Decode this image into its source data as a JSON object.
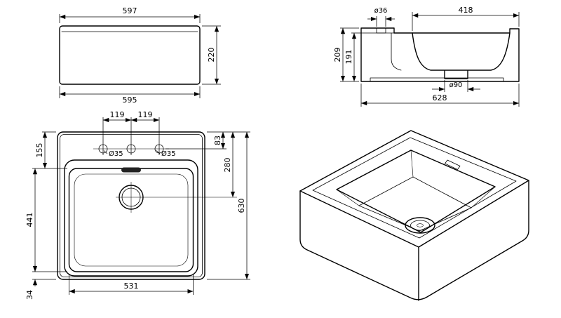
{
  "drawing": {
    "units_note": "",
    "colors": {
      "line": "#000000",
      "background": "#ffffff",
      "slot_fill": "#222222"
    }
  },
  "front_view": {
    "width_top": "597",
    "height": "220",
    "width_bottom": "595"
  },
  "section_view": {
    "tap_hole_dia": "ø36",
    "bowl_width": "418",
    "height_outer": "209",
    "height_inner": "191",
    "drain_dia": "ø90",
    "overall_width": "628"
  },
  "plan_view": {
    "tap_spacing_left": "119",
    "tap_spacing_right": "119",
    "deck_depth": "155",
    "tap_line_offset": "83",
    "drain_center_offset": "280",
    "tap_dia_left": "Ø35",
    "tap_dia_right": "Ø35",
    "bowl_length": "441",
    "overall_length": "630",
    "bowl_width": "531",
    "base_offset": "34"
  }
}
